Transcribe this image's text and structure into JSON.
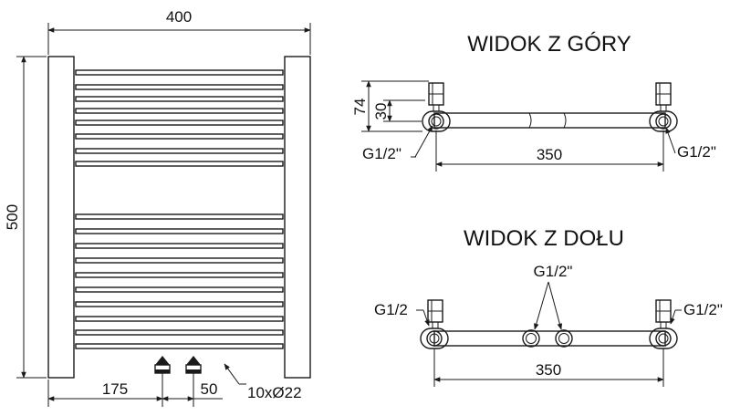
{
  "front_view": {
    "width_label": "400",
    "height_label": "500",
    "inlet_offset_label": "175",
    "inlet_spacing_label": "50",
    "tube_label": "10xØ22"
  },
  "top_view": {
    "title": "WIDOK Z GÓRY",
    "depth_label": "74",
    "axis_depth_label": "30",
    "spacing_label": "350",
    "thread_left": "G1/2\"",
    "thread_right": "G1/2\""
  },
  "bottom_view": {
    "title": "WIDOK Z DOŁU",
    "spacing_label": "350",
    "thread_left": "G1/2",
    "thread_right": "G1/2\"",
    "thread_center": "G1/2\""
  }
}
